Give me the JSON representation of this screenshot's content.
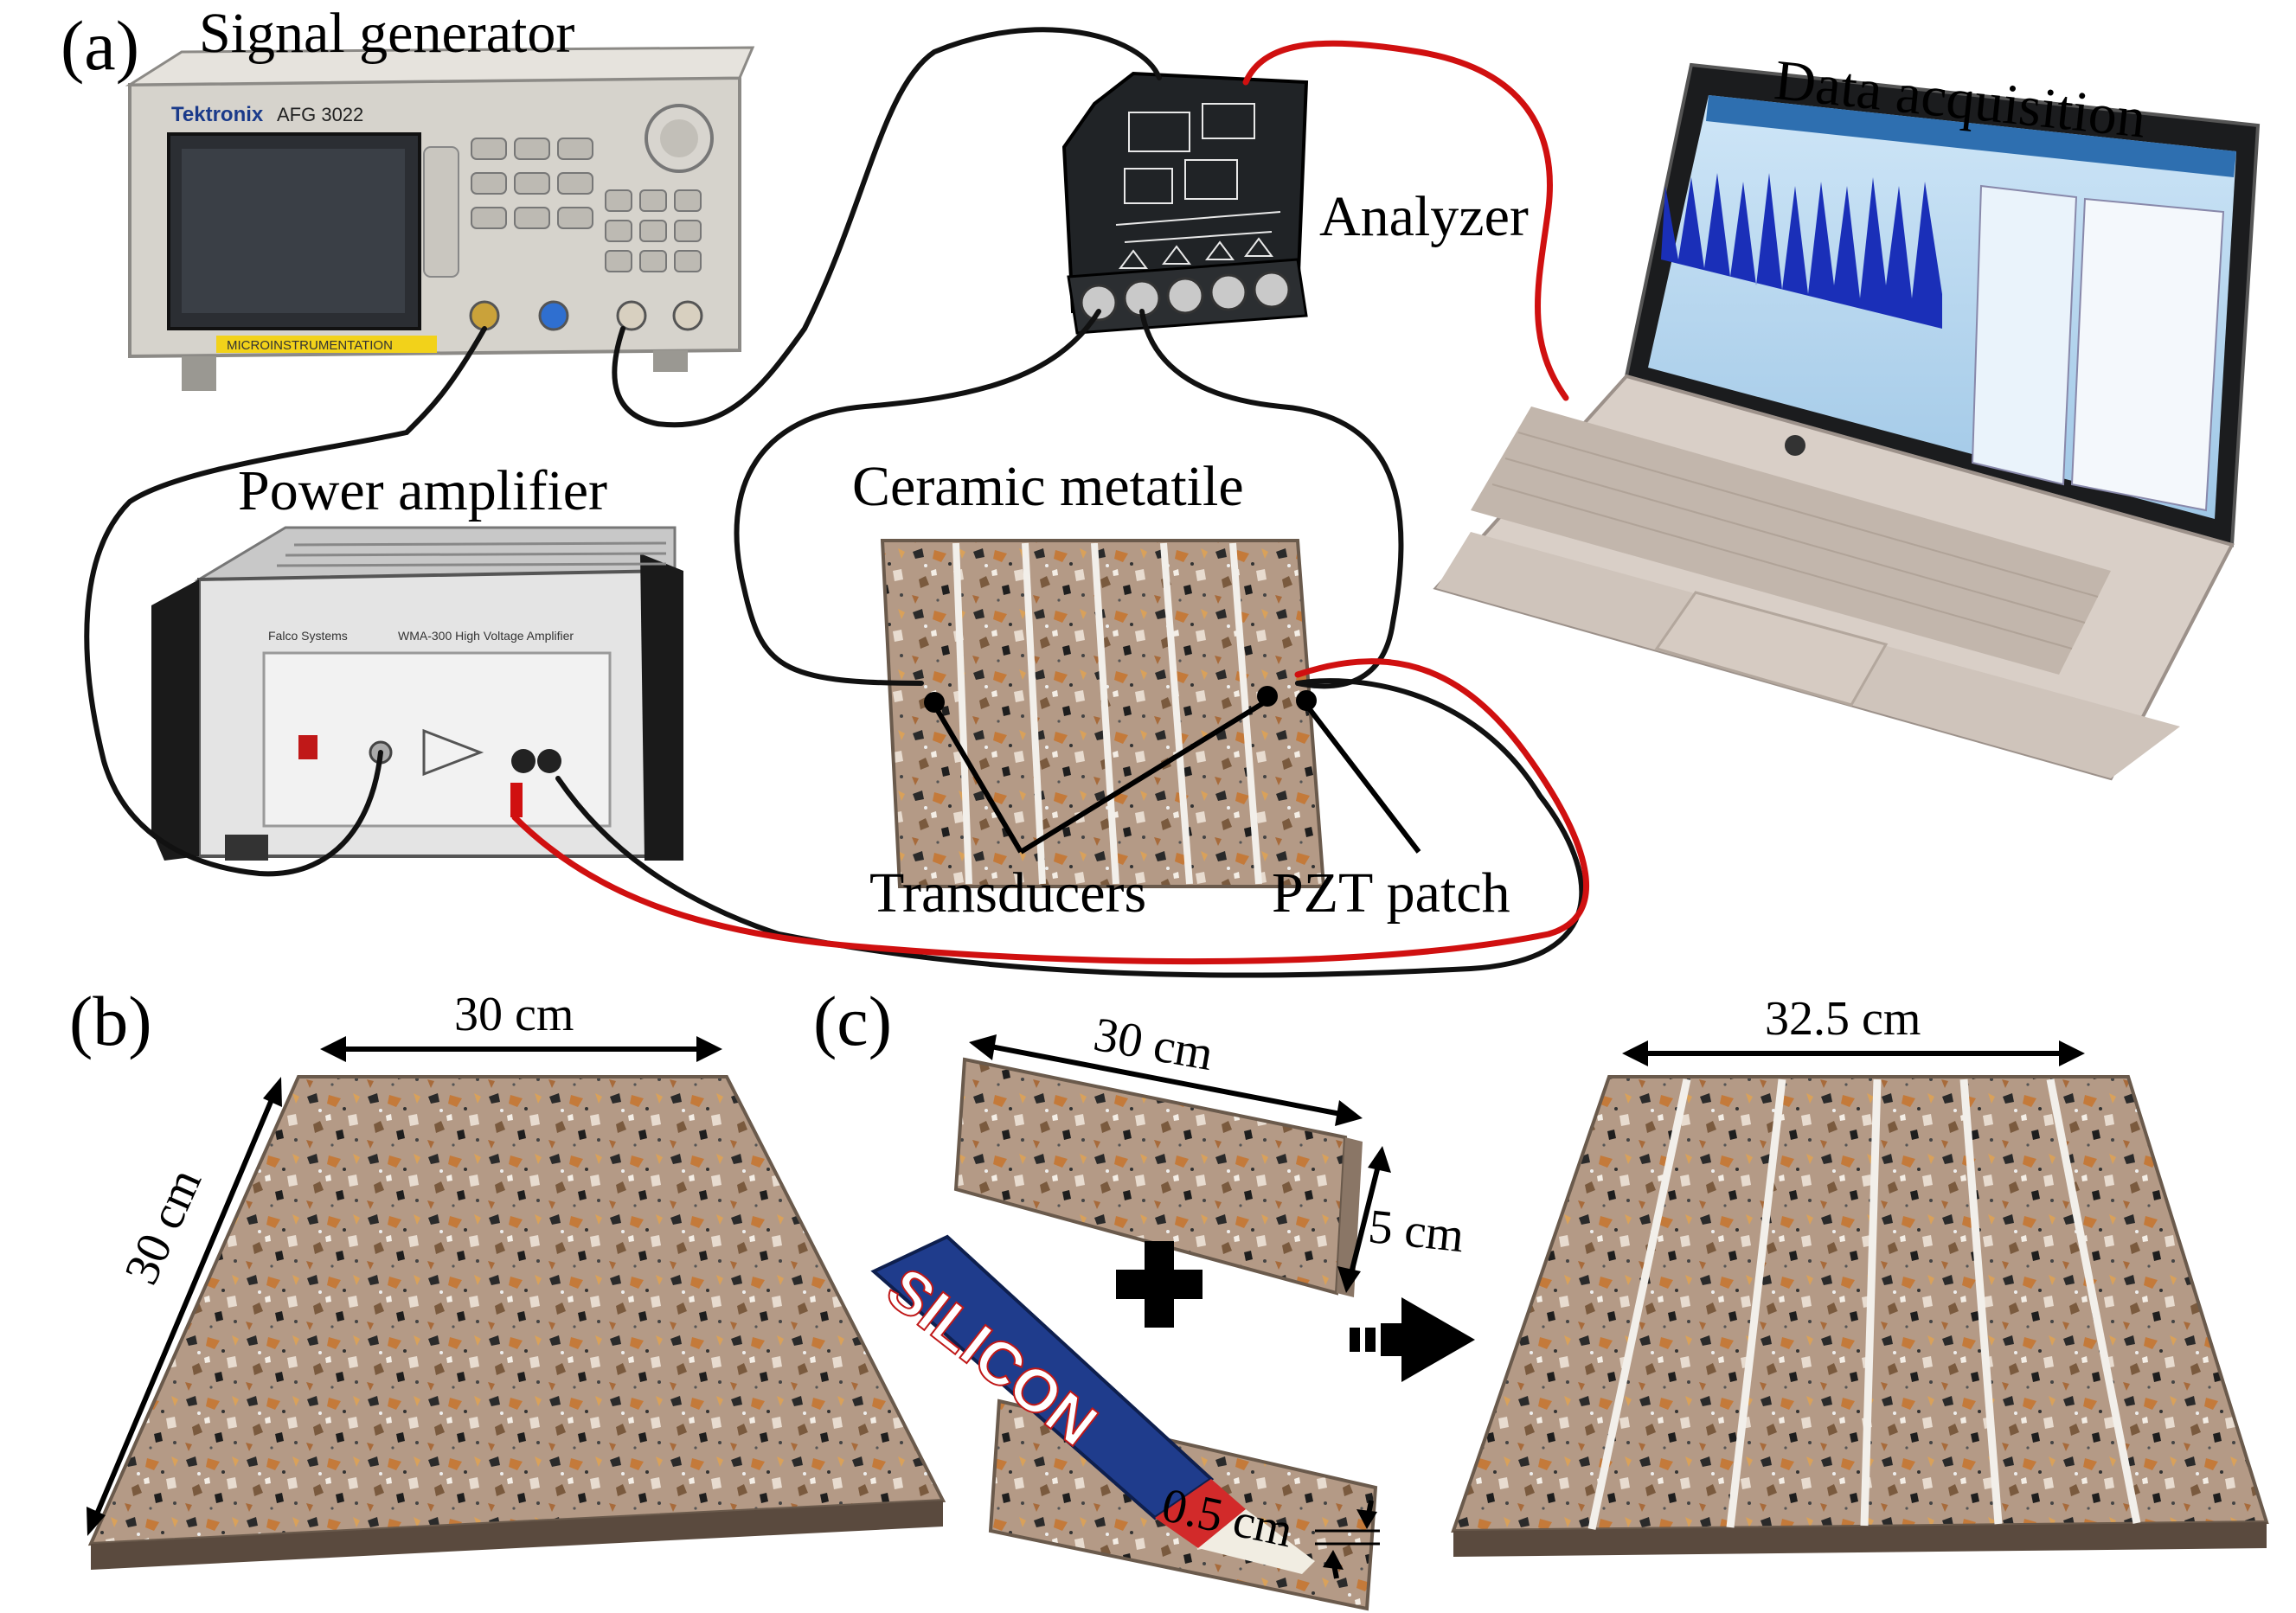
{
  "panels": {
    "a": {
      "tag": "(a)",
      "signal_generator": "Signal generator",
      "analyzer": "Analyzer",
      "data_acquisition": "Data acquisition",
      "power_amplifier": "Power amplifier",
      "ceramic_metatile": "Ceramic metatile",
      "transducers": "Transducers",
      "pzt_patch": "PZT patch",
      "device_text": {
        "sg_brand": "Tektronix",
        "sg_model": "AFG 3022",
        "sg_strip": "MICROINSTRUMENTATION",
        "amp_brand": "Falco Systems",
        "amp_model": "WMA-300 High Voltage Amplifier",
        "cartridge": "SILICON"
      }
    },
    "b": {
      "tag": "(b)",
      "width_label": "30 cm",
      "depth_label": "30 cm"
    },
    "c": {
      "tag": "(c)",
      "strip_length": "30 cm",
      "strip_width": "5 cm",
      "gap_label": "0.5 cm",
      "result_width": "32.5 cm"
    }
  },
  "colors": {
    "cable_black": "#111111",
    "cable_red": "#d01010",
    "tile_base": "#b49a86",
    "silicone_strip": "#f2efea"
  }
}
